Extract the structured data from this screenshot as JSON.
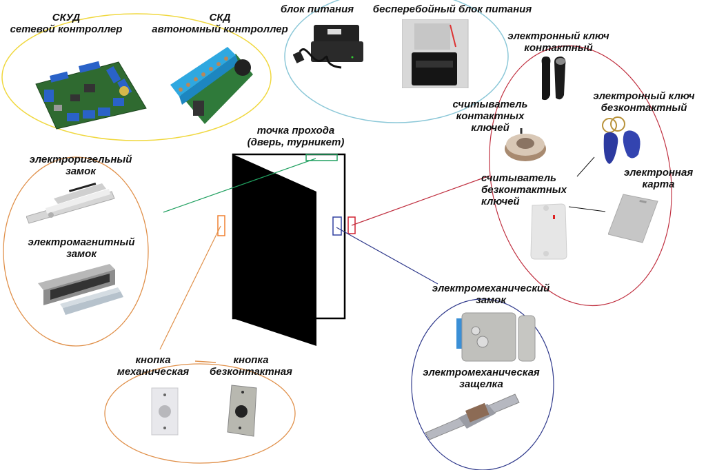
{
  "title": "Схема системы контроля доступа",
  "colors": {
    "controllers": "#f0d840",
    "power": "#8cc8d8",
    "readers_keys": "#c03040",
    "locks_left": "#e0904a",
    "buttons": "#e0904a",
    "locks_right": "#303a8c",
    "door_closer_link": "#20a060",
    "door": "#000000"
  },
  "labels": {
    "skud": {
      "line1": "СКУД",
      "line2": "сетевой контроллер"
    },
    "skd": {
      "line1": "СКД",
      "line2": "автономный контроллер"
    },
    "power_supply": {
      "line1": "блок питания"
    },
    "ups": {
      "line1": "бесперебойный блок питания"
    },
    "key_contact": {
      "line1": "электронный ключ",
      "line2": "контактный"
    },
    "reader_contact": {
      "line1": "считыватель",
      "line2": "контактных",
      "line3": "ключей"
    },
    "key_contactless": {
      "line1": "электронный ключ",
      "line2": "безконтактный"
    },
    "card": {
      "line1": "электронная",
      "line2": "карта"
    },
    "reader_contactless": {
      "line1": "считыватель",
      "line2": "безконтактных",
      "line3": "ключей"
    },
    "door": {
      "line1": "точка прохода",
      "line2": "(дверь, турникет)"
    },
    "bolt_lock": {
      "line1": "электроригельный",
      "line2": "замок"
    },
    "mag_lock": {
      "line1": "электромагнитный",
      "line2": "замок"
    },
    "button_mech": {
      "line1": "кнопка",
      "line2": "механическая"
    },
    "button_contactless": {
      "line1": "кнопка",
      "line2": "безконтактная"
    },
    "em_lock": {
      "line1": "электромеханический",
      "line2": "замок"
    },
    "em_latch": {
      "line1": "электромеханическая",
      "line2": "защелка"
    }
  }
}
